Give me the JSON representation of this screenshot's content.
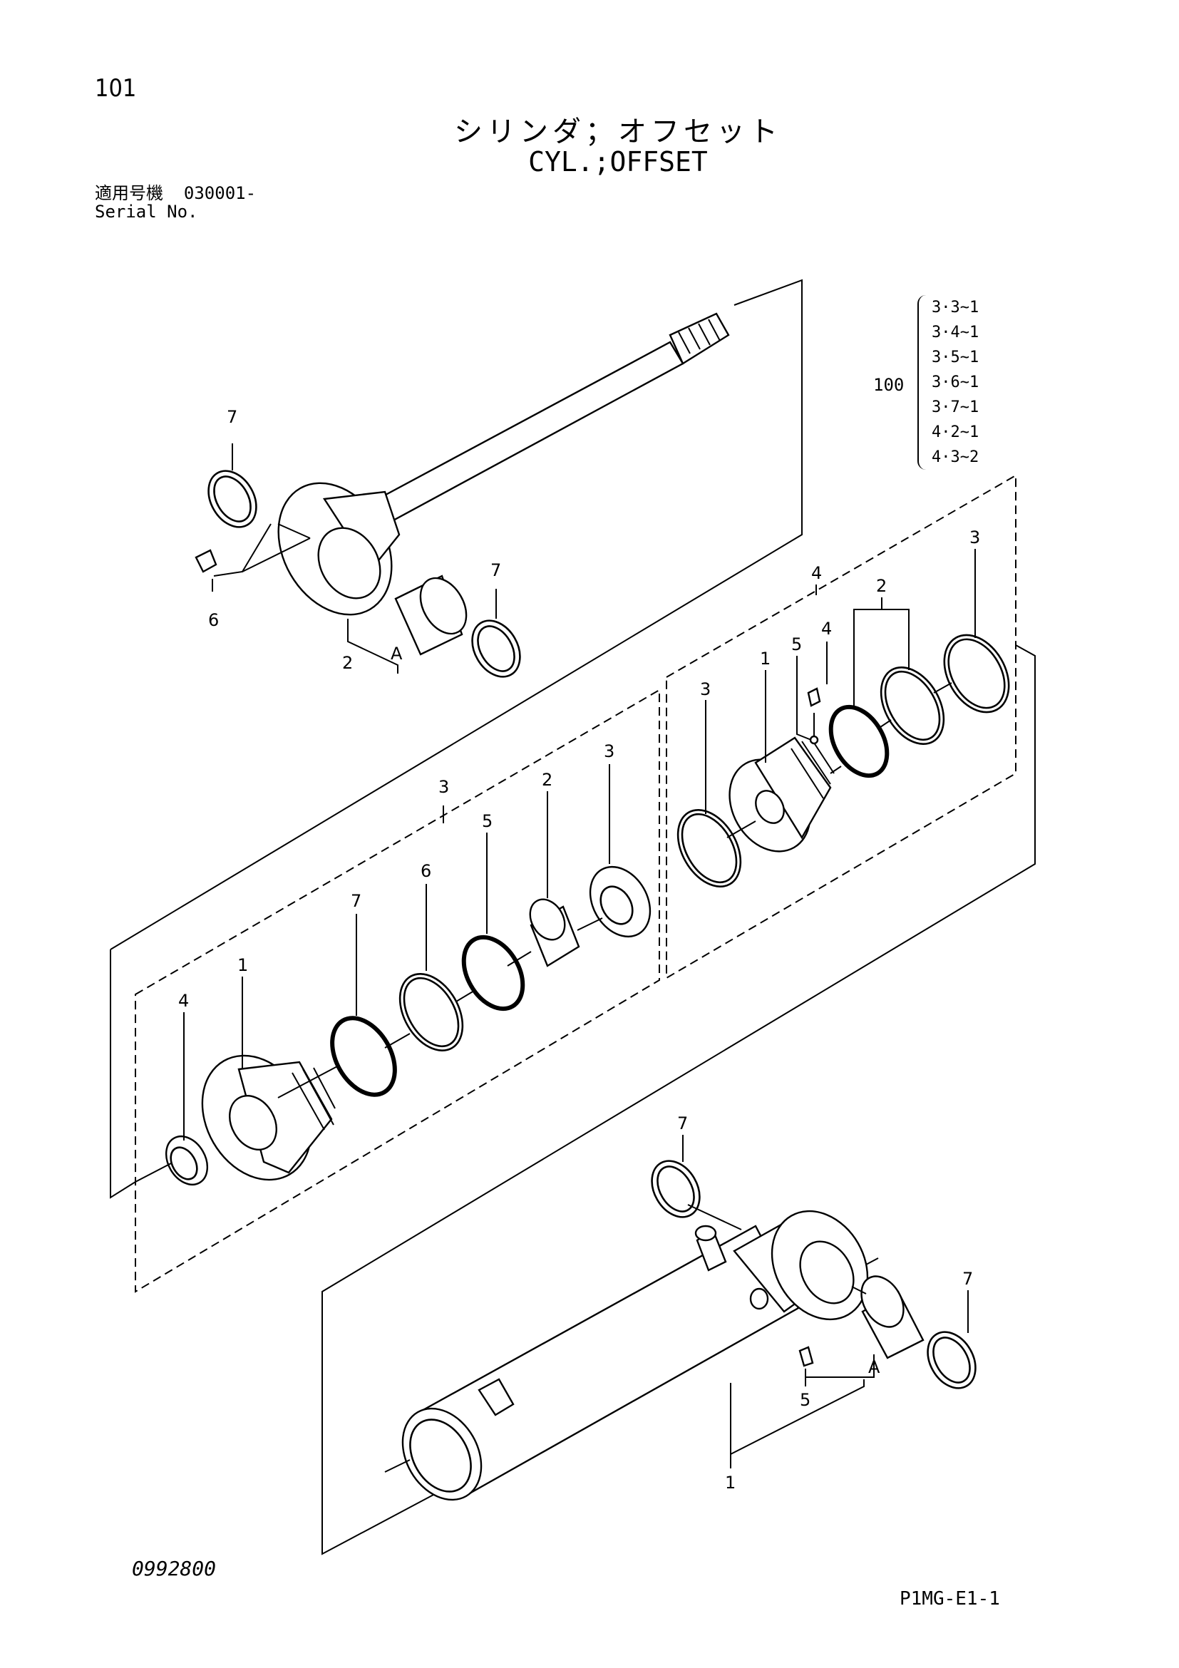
{
  "header": {
    "page_number": "101",
    "title_jp": "シリンダ；オフセット",
    "title_en": "CYL.;OFFSET",
    "serial_label_jp": "適用号機",
    "serial_value": "030001-",
    "serial_label_en": "Serial No."
  },
  "applicability": {
    "ref_number": "100",
    "sections": [
      "3·3~1",
      "3·4~1",
      "3·5~1",
      "3·6~1",
      "3·7~1",
      "4·2~1",
      "4·3~2"
    ]
  },
  "callouts": {
    "rod": {
      "seal_left": "7",
      "fitting": "6",
      "eye": "2",
      "bushing_ref": "A",
      "seal_right": "7"
    },
    "head_group": {
      "group": "3",
      "dust_seal": "4",
      "head": "1",
      "o_ring": "7",
      "backup": "6",
      "o_ring2": "5",
      "bushing": "2",
      "wiper": "3"
    },
    "piston_group": {
      "group": "4",
      "ring_left": "3",
      "piston": "1",
      "ball": "5",
      "screw": "4",
      "seal_set": "2",
      "ring_right": "3"
    },
    "tube": {
      "seal_top": "7",
      "seal_right": "7",
      "bushing_ref": "A",
      "grease_fitting": "5",
      "tube": "1"
    }
  },
  "footer": {
    "doc_code": "0992800",
    "page_code": "P1MG-E1-1"
  }
}
